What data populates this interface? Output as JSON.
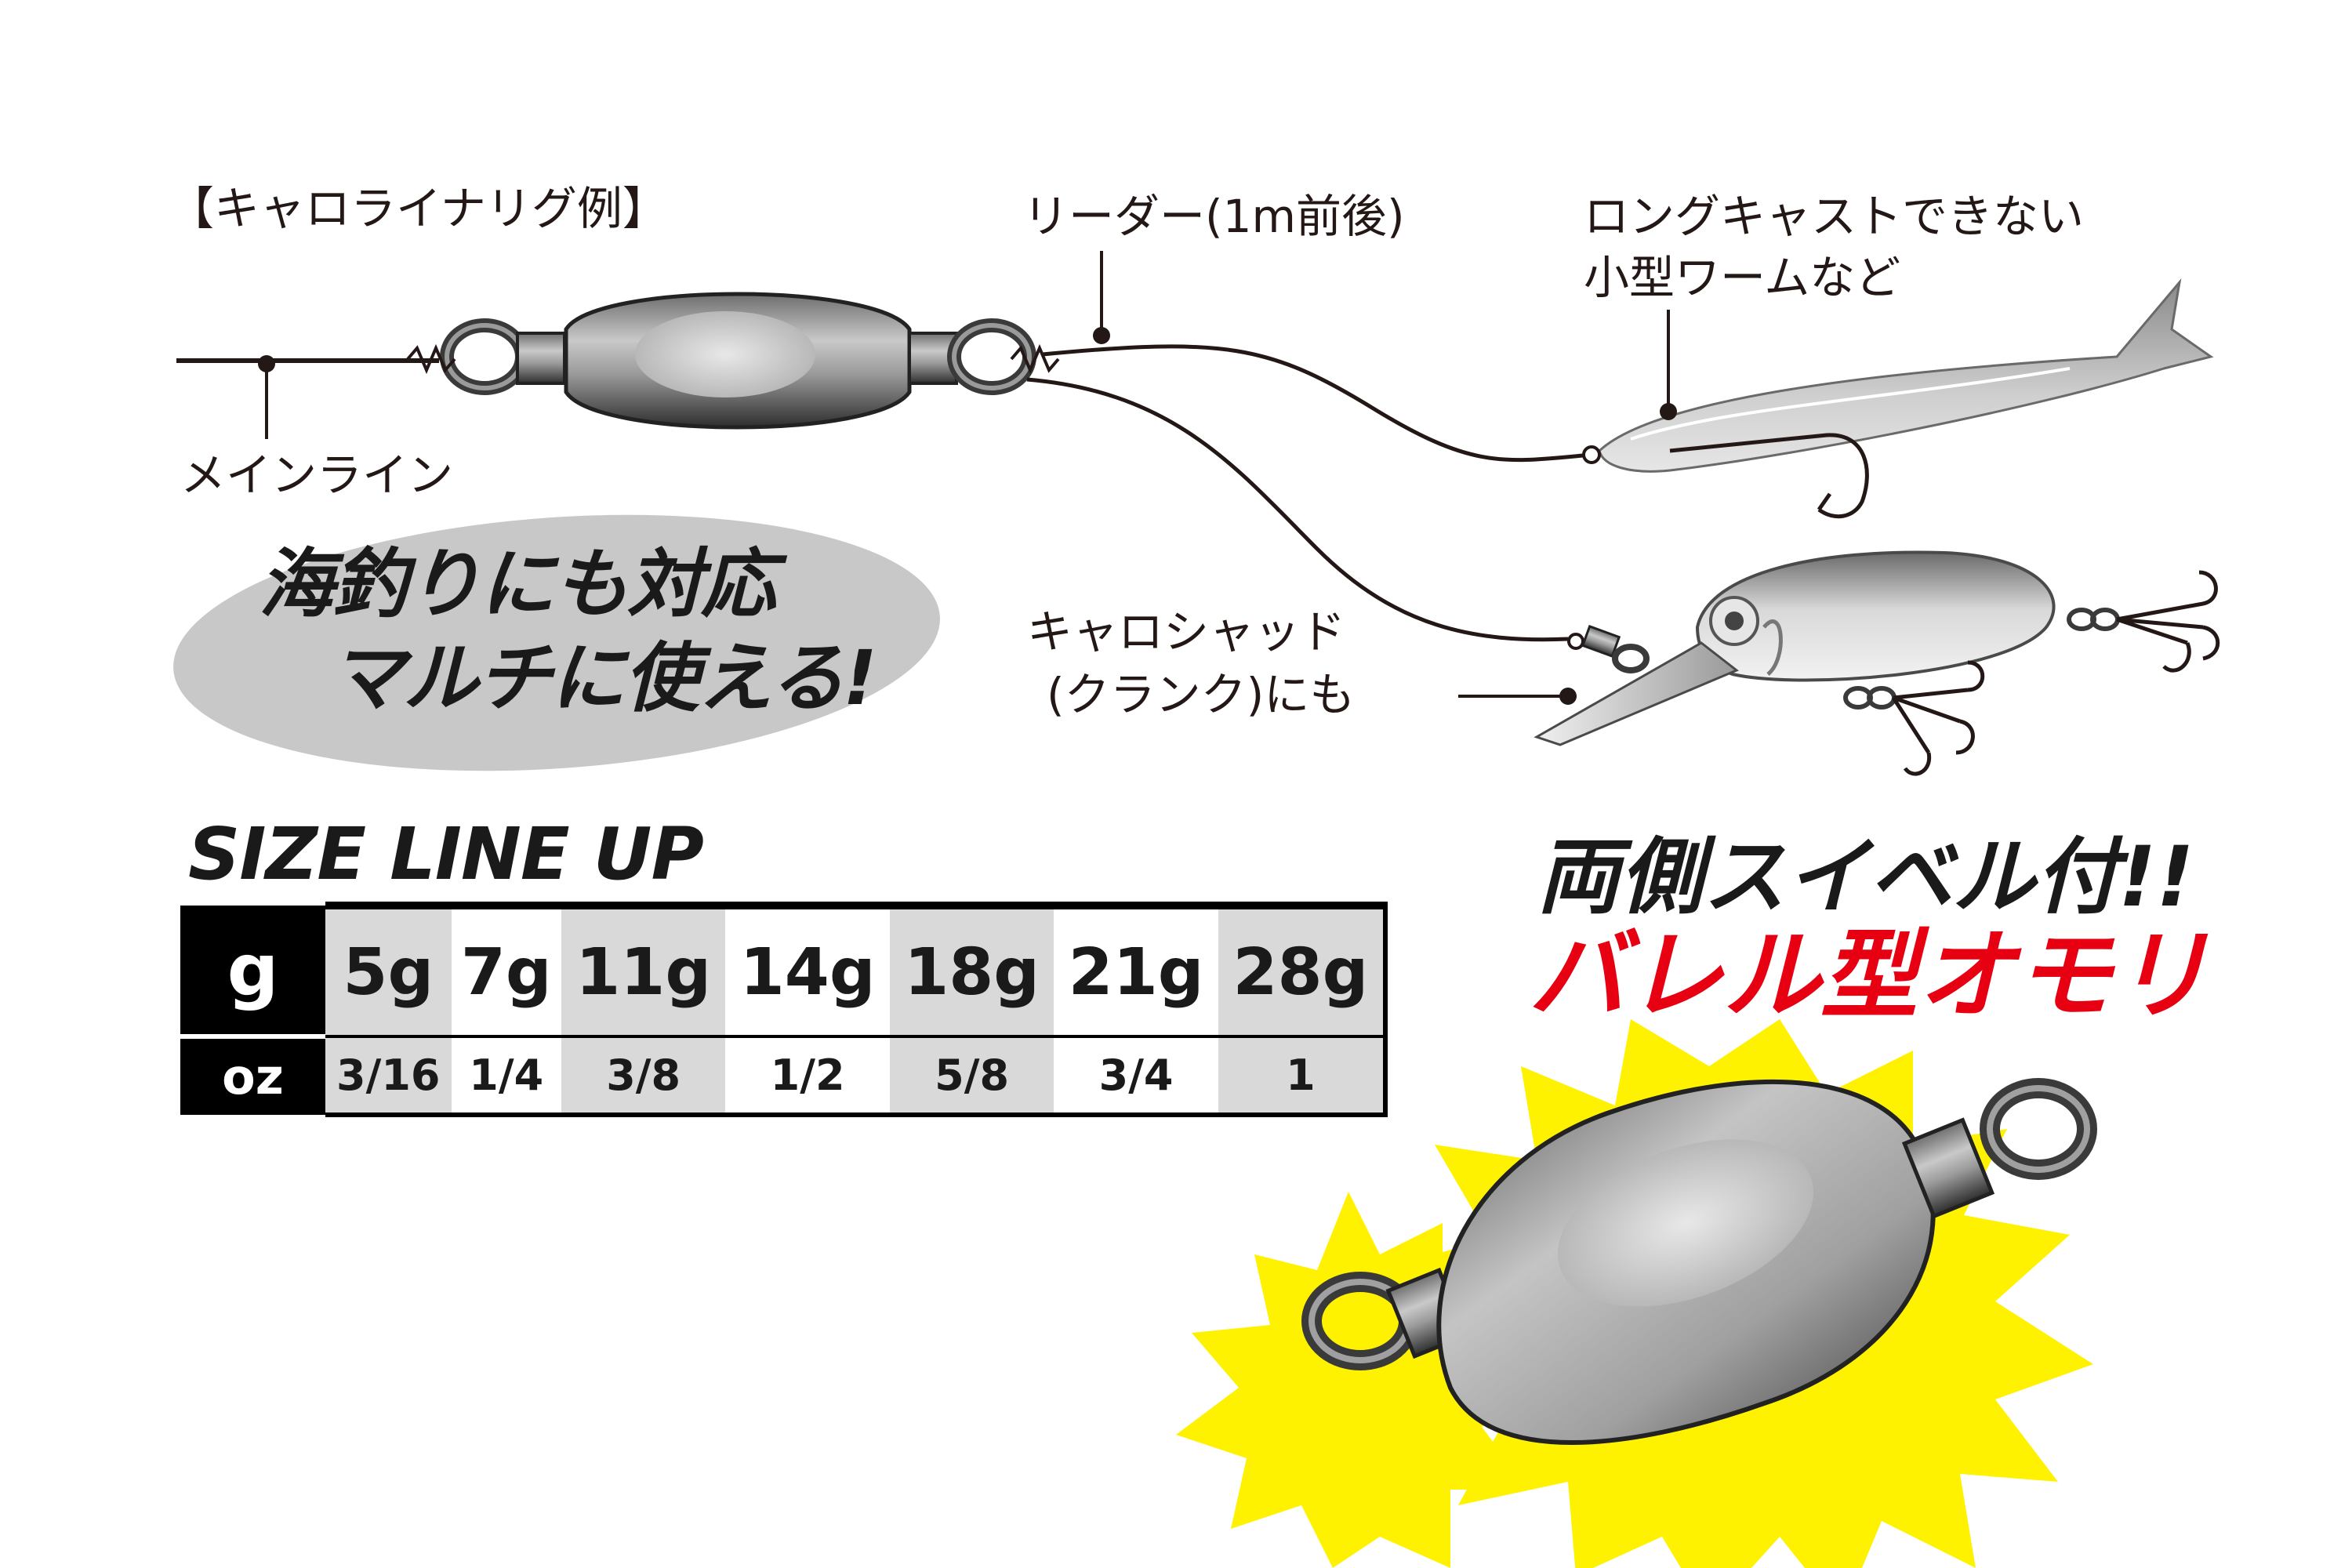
{
  "rig": {
    "title": "【キャロライナリグ例】",
    "main_line_label": "メインライン",
    "leader_label": "リーダー(1m前後)",
    "worm_label_line1": "ロングキャストできない",
    "worm_label_line2": "小型ワームなど",
    "crank_label_line1": "キャロシャッド",
    "crank_label_line2": "(クランク)にも"
  },
  "slogan": {
    "line1": "海釣りにも対応",
    "line2": "マルチに使える!"
  },
  "size_lineup": {
    "title": "SIZE LINE UP",
    "row_g_label": "g",
    "row_oz_label": "oz",
    "grams": [
      "5g",
      "7g",
      "11g",
      "14g",
      "18g",
      "21g",
      "28g"
    ],
    "ounces": [
      "3/16",
      "1/4",
      "3/8",
      "1/2",
      "5/8",
      "3/4",
      "1"
    ]
  },
  "badge": {
    "line1": "両側スイベル付!!",
    "line2": "バレル型オモリ"
  },
  "colors": {
    "accent_red": "#e60012",
    "burst_yellow": "#fff200",
    "table_gray": "#d9d9d9",
    "slogan_oval": "#c8c8c8"
  }
}
